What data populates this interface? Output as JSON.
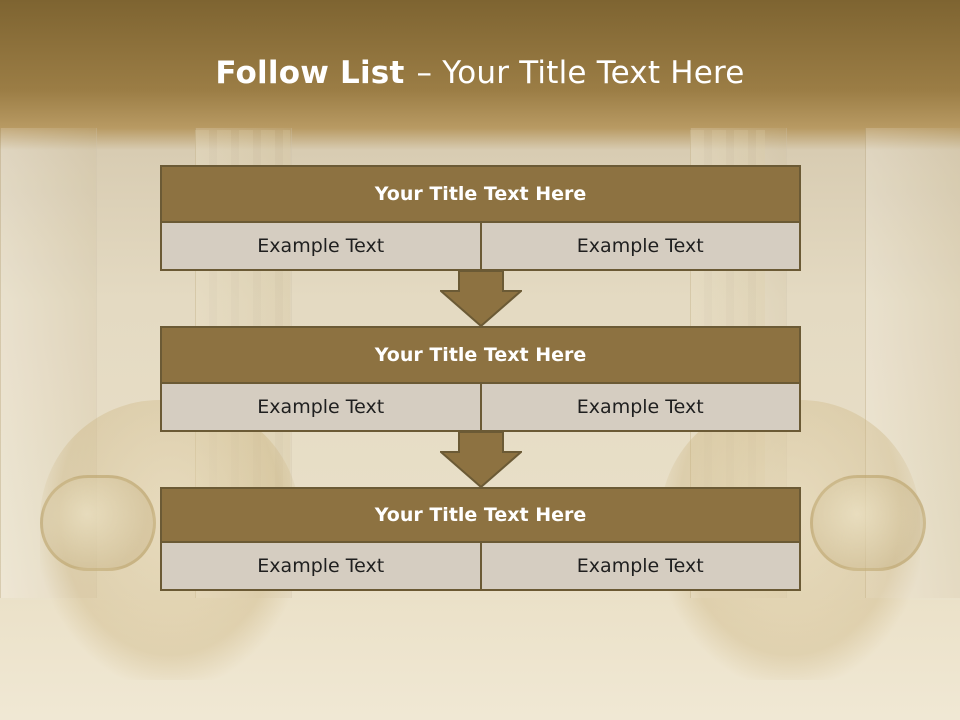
{
  "slide": {
    "title_bold": "Follow List",
    "title_dash": "–",
    "title_rest": "Your Title Text Here"
  },
  "steps": [
    {
      "title": "Your Title Text Here",
      "left": "Example Text",
      "right": "Example Text"
    },
    {
      "title": "Your Title Text Here",
      "left": "Example Text",
      "right": "Example Text"
    },
    {
      "title": "Your Title Text Here",
      "left": "Example Text",
      "right": "Example Text"
    }
  ],
  "colors": {
    "header_fill": "#8d7241",
    "border": "#6b5a35",
    "cell_fill": "#d5cdc1",
    "arrow_fill": "#8d7241"
  },
  "icons": [
    "down-arrow-icon"
  ]
}
